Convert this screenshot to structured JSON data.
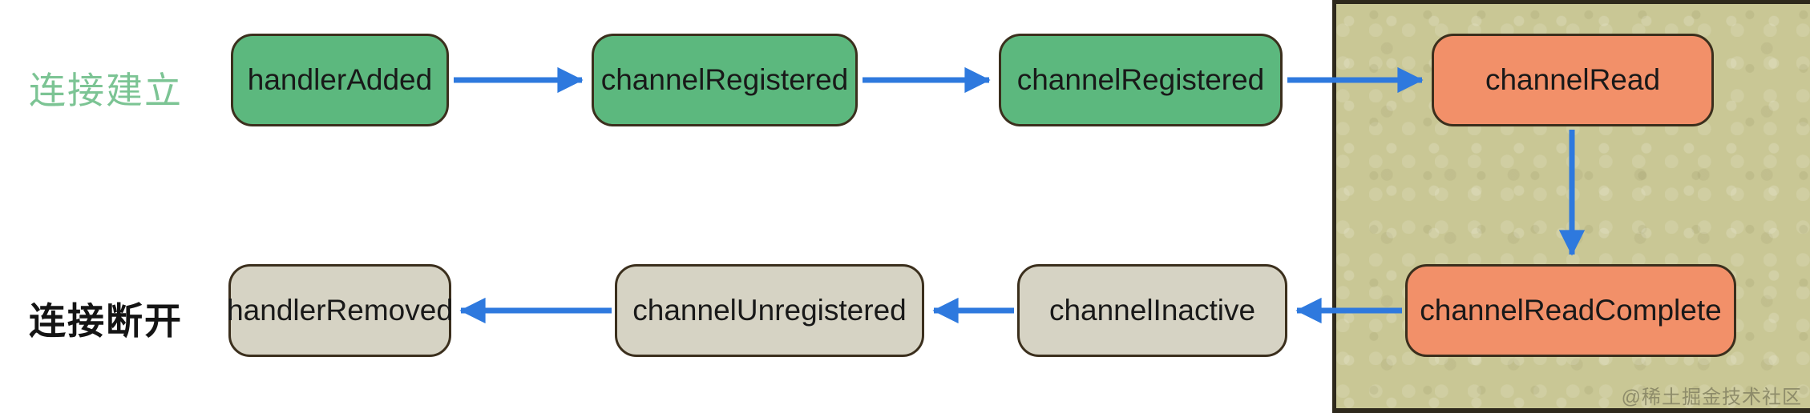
{
  "labels": {
    "connect": "连接建立",
    "disconnect": "连接断开"
  },
  "nodes": {
    "handlerAdded": "handlerAdded",
    "channelRegistered1": "channelRegistered",
    "channelRegistered2": "channelRegistered",
    "channelRead": "channelRead",
    "handlerRemoved": "handlerRemoved",
    "channelUnregistered": "channelUnregistered",
    "channelInactive": "channelInactive",
    "channelReadComplete": "channelReadComplete"
  },
  "edges": [
    {
      "from": "handlerAdded",
      "to": "channelRegistered1",
      "direction": "right"
    },
    {
      "from": "channelRegistered1",
      "to": "channelRegistered2",
      "direction": "right"
    },
    {
      "from": "channelRegistered2",
      "to": "channelRead",
      "direction": "right"
    },
    {
      "from": "channelRead",
      "to": "channelReadComplete",
      "direction": "down"
    },
    {
      "from": "channelReadComplete",
      "to": "channelInactive",
      "direction": "left"
    },
    {
      "from": "channelInactive",
      "to": "channelUnregistered",
      "direction": "left"
    },
    {
      "from": "channelUnregistered",
      "to": "handlerRemoved",
      "direction": "left"
    }
  ],
  "watermark": "@稀土掘金技术社区",
  "colors": {
    "green_node": "#5cb87e",
    "orange_node": "#f29069",
    "gray_node": "#d6d3c4",
    "node_border": "#3b2f1d",
    "panel_bg": "#c9c795",
    "panel_border": "#2e291c",
    "arrow_blue": "#2e79de",
    "connect_label_green": "#7cc494",
    "disconnect_label_black": "#141414"
  }
}
